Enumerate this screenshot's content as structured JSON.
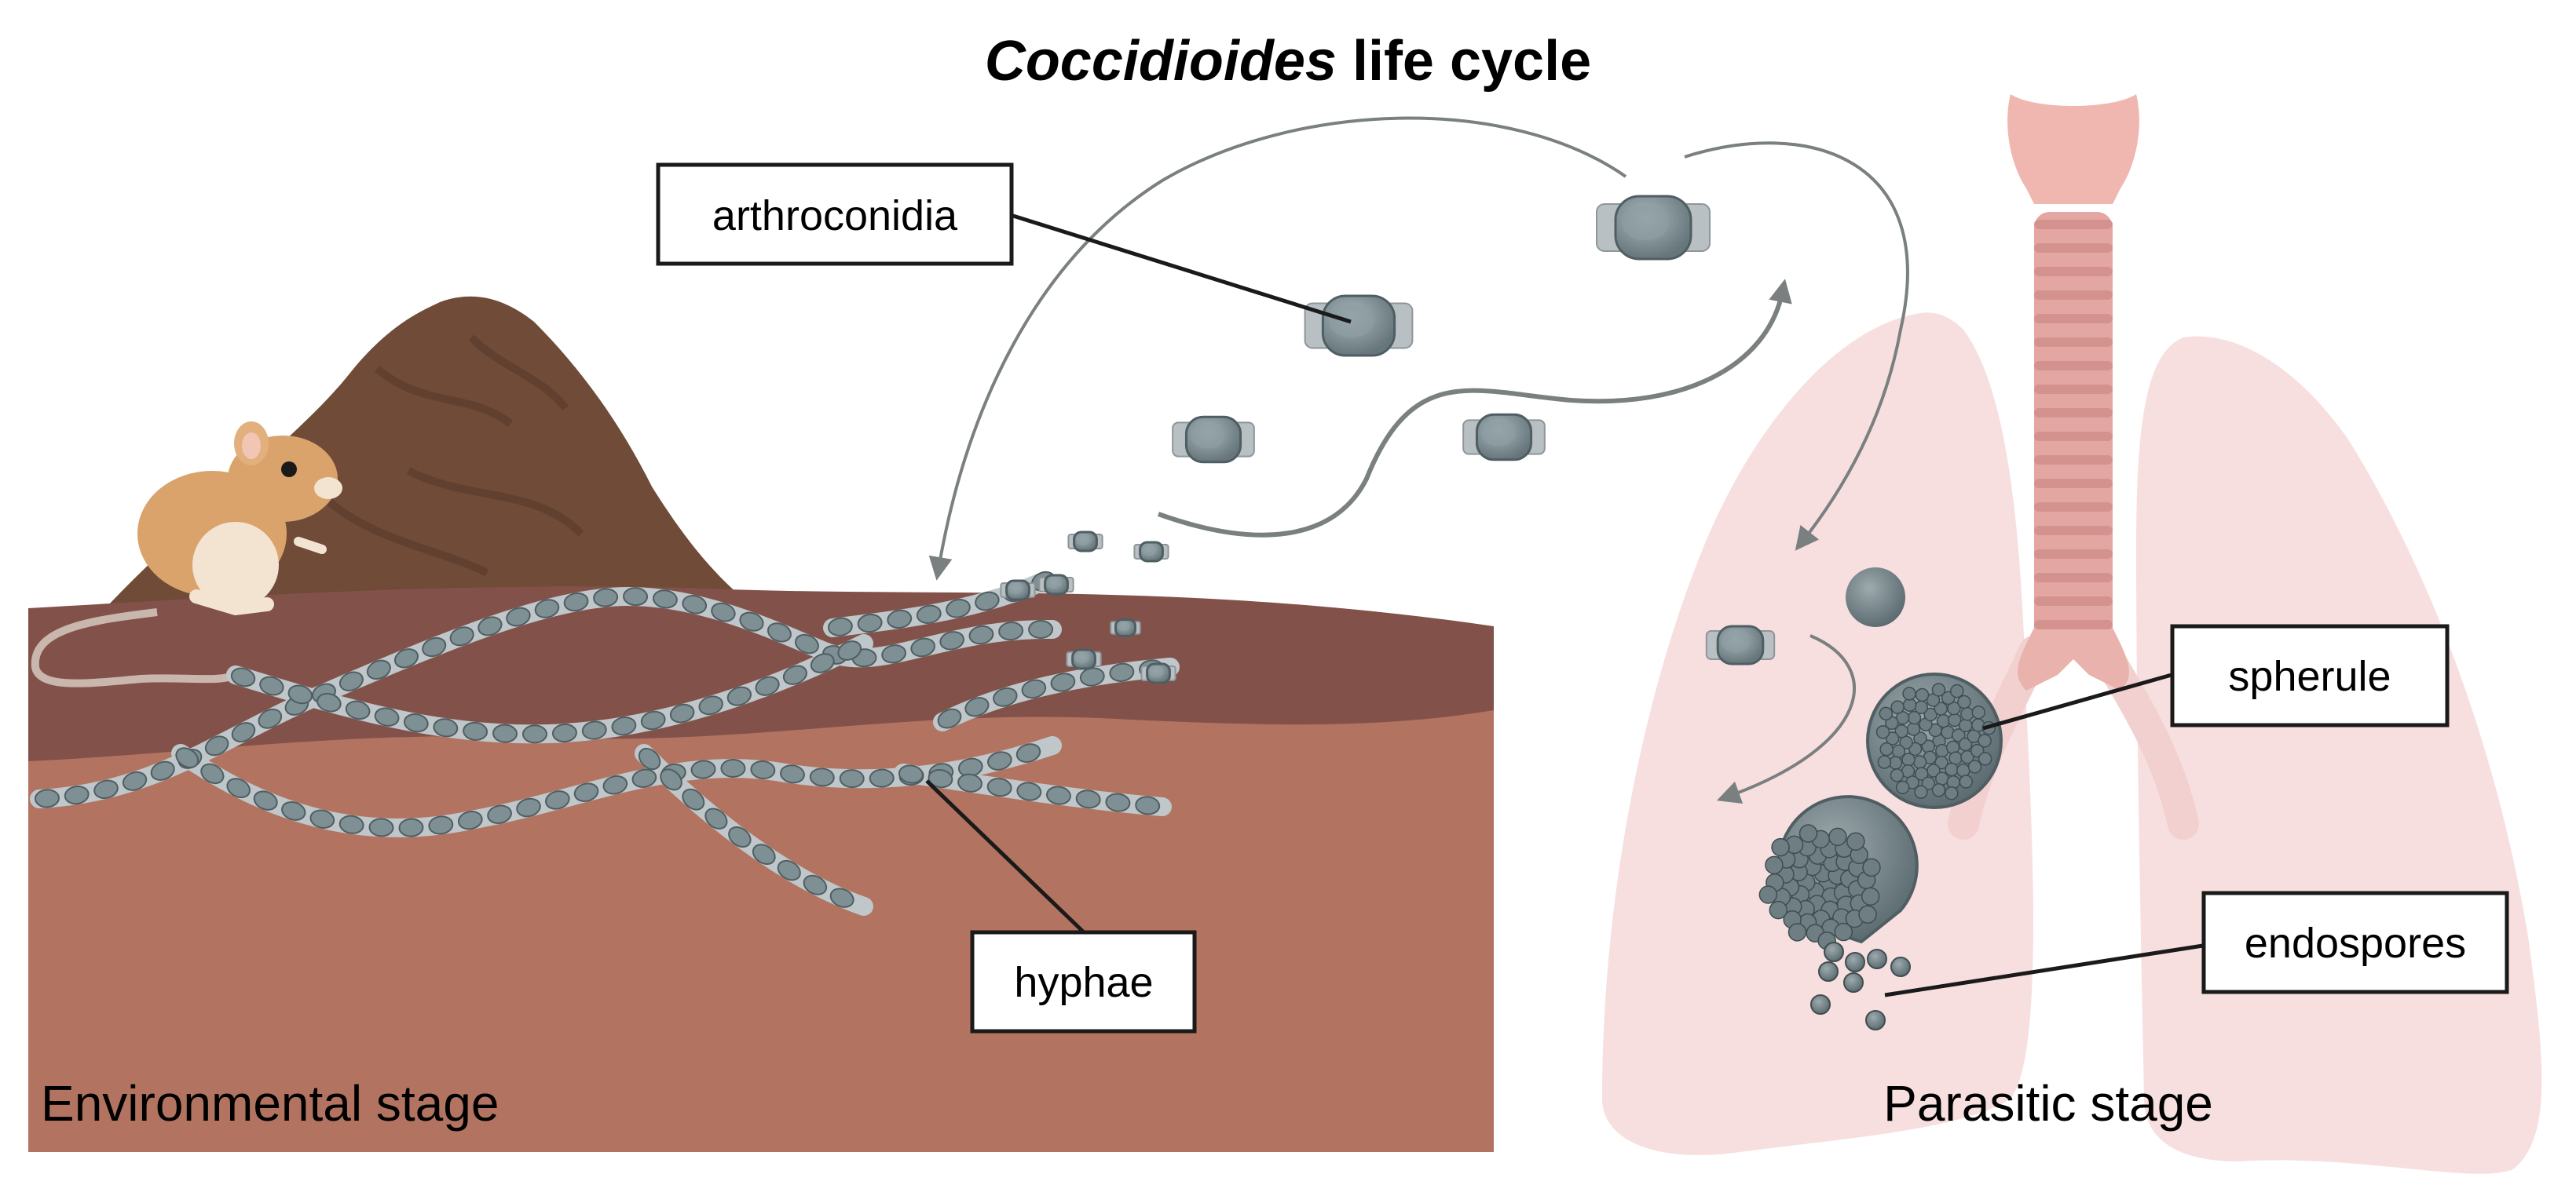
{
  "title": {
    "italic_part": "Coccidioides",
    "rest": " life cycle"
  },
  "labels": {
    "arthroconidia": "arthroconidia",
    "hyphae": "hyphae",
    "spherule": "spherule",
    "endospores": "endospores"
  },
  "stages": {
    "environmental": "Environmental stage",
    "parasitic": "Parasitic stage"
  },
  "colors": {
    "soil_dark": "#82524A",
    "soil_light": "#B27460",
    "mound": "#6F4B38",
    "lung": "#F7DFDF",
    "trachea": "#E4A6A2",
    "spore": "#8C9A9E",
    "arrow": "#7A7F80"
  }
}
